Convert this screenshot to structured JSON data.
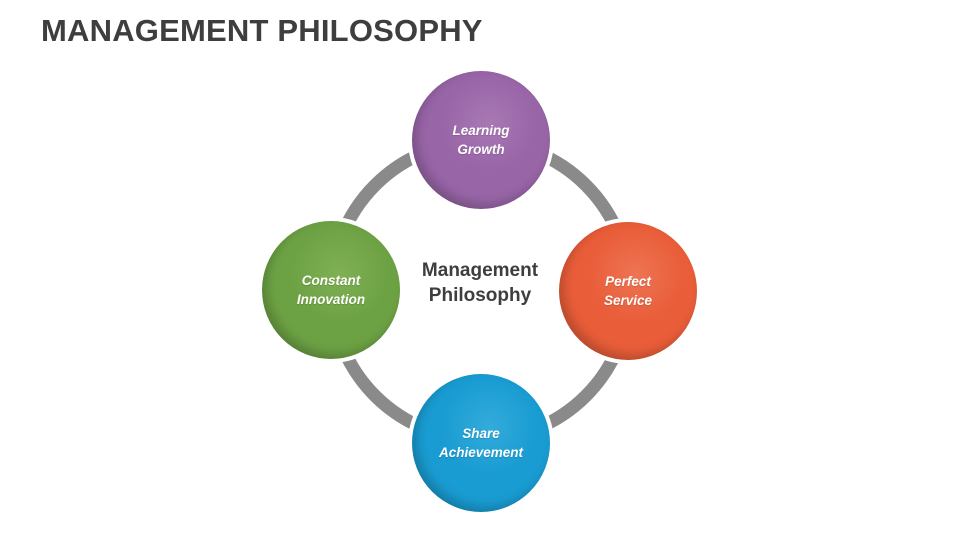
{
  "slide": {
    "title": "MANAGEMENT PHILOSOPHY",
    "title_color": "#3E3E3E",
    "background_color": "#FFFFFF"
  },
  "diagram": {
    "center_label": "Management\nPhilosophy",
    "center_label_color": "#3E3E3E",
    "ring_color": "#8A8A8A",
    "node_text_color": "#FFFFFF",
    "nodes": [
      {
        "position": "top",
        "label": "Learning\nGrowth",
        "color": "#9865A7",
        "color_light": "#A878B4",
        "color_dark": "#643668"
      },
      {
        "position": "right",
        "label": "Perfect\nService",
        "color": "#E95D39",
        "color_light": "#EE7453",
        "color_dark": "#9E3A1F"
      },
      {
        "position": "bottom",
        "label": "Share\nAchievement",
        "color": "#199CD2",
        "color_light": "#33ABDB",
        "color_dark": "#0D5C85"
      },
      {
        "position": "left",
        "label": "Constant\nInnovation",
        "color": "#6DA244",
        "color_light": "#7FB054",
        "color_dark": "#3E6921"
      }
    ]
  }
}
